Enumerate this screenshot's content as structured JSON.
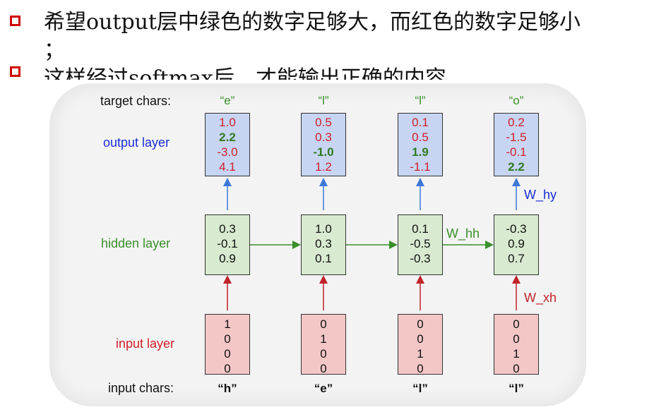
{
  "bullets": [
    {
      "text": "希望output层中绿色的数字足够大，而红色的数字足够小",
      "continuation": "；"
    },
    {
      "text": "这样经过softmax后，才能输出正确的内容。"
    }
  ],
  "diagram": {
    "target_label": "target chars:",
    "output_label": "output layer",
    "hidden_label": "hidden layer",
    "input_label": "input layer",
    "input_chars_label": "input chars:",
    "weights": {
      "hy": "W_hy",
      "hh": "W_hh",
      "xh": "W_xh"
    },
    "colors": {
      "output_box": "#c7d5f2",
      "hidden_box": "#d8ead0",
      "input_box": "#f4c7c7",
      "red": "#d21f2a",
      "green": "#2f7a22",
      "blue": "#1a2dd6"
    },
    "columns": [
      {
        "target": "“e”",
        "output": [
          {
            "v": "1.0",
            "c": "red"
          },
          {
            "v": "2.2",
            "c": "green"
          },
          {
            "v": "-3.0",
            "c": "red"
          },
          {
            "v": "4.1",
            "c": "red"
          }
        ],
        "hidden": [
          "0.3",
          "-0.1",
          "0.9"
        ],
        "input": [
          "1",
          "0",
          "0",
          "0"
        ],
        "input_char": "“h”"
      },
      {
        "target": "“l”",
        "output": [
          {
            "v": "0.5",
            "c": "red"
          },
          {
            "v": "0.3",
            "c": "red"
          },
          {
            "v": "-1.0",
            "c": "green"
          },
          {
            "v": "1.2",
            "c": "red"
          }
        ],
        "hidden": [
          "1.0",
          "0.3",
          "0.1"
        ],
        "input": [
          "0",
          "1",
          "0",
          "0"
        ],
        "input_char": "“e”"
      },
      {
        "target": "“l”",
        "output": [
          {
            "v": "0.1",
            "c": "red"
          },
          {
            "v": "0.5",
            "c": "red"
          },
          {
            "v": "1.9",
            "c": "green"
          },
          {
            "v": "-1.1",
            "c": "red"
          }
        ],
        "hidden": [
          "0.1",
          "-0.5",
          "-0.3"
        ],
        "input": [
          "0",
          "0",
          "1",
          "0"
        ],
        "input_char": "“l”"
      },
      {
        "target": "“o”",
        "output": [
          {
            "v": "0.2",
            "c": "red"
          },
          {
            "v": "-1.5",
            "c": "red"
          },
          {
            "v": "-0.1",
            "c": "red"
          },
          {
            "v": "2.2",
            "c": "green"
          }
        ],
        "hidden": [
          "-0.3",
          "0.9",
          "0.7"
        ],
        "input": [
          "0",
          "0",
          "1",
          "0"
        ],
        "input_char": "“l”"
      }
    ]
  }
}
